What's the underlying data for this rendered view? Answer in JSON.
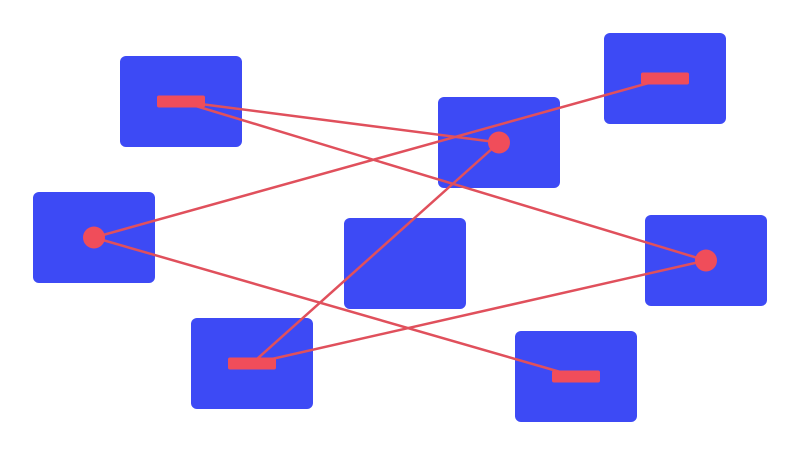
{
  "colors": {
    "node": "#3d4af5",
    "connector": "#f04d5a",
    "edge": "#e0505c",
    "background": "#ffffff"
  },
  "nodes": [
    {
      "id": "n1",
      "port": "bar"
    },
    {
      "id": "n2",
      "port": "bar"
    },
    {
      "id": "n3",
      "port": "dot"
    },
    {
      "id": "n4",
      "port": "dot"
    },
    {
      "id": "n5",
      "port": "none"
    },
    {
      "id": "n6",
      "port": "dot"
    },
    {
      "id": "n7",
      "port": "bar"
    },
    {
      "id": "n8",
      "port": "bar"
    }
  ],
  "edges": [
    [
      "n1",
      "n3"
    ],
    [
      "n1",
      "n6"
    ],
    [
      "n4",
      "n2"
    ],
    [
      "n4",
      "n8"
    ],
    [
      "n3",
      "n7"
    ],
    [
      "n7",
      "n6"
    ]
  ]
}
